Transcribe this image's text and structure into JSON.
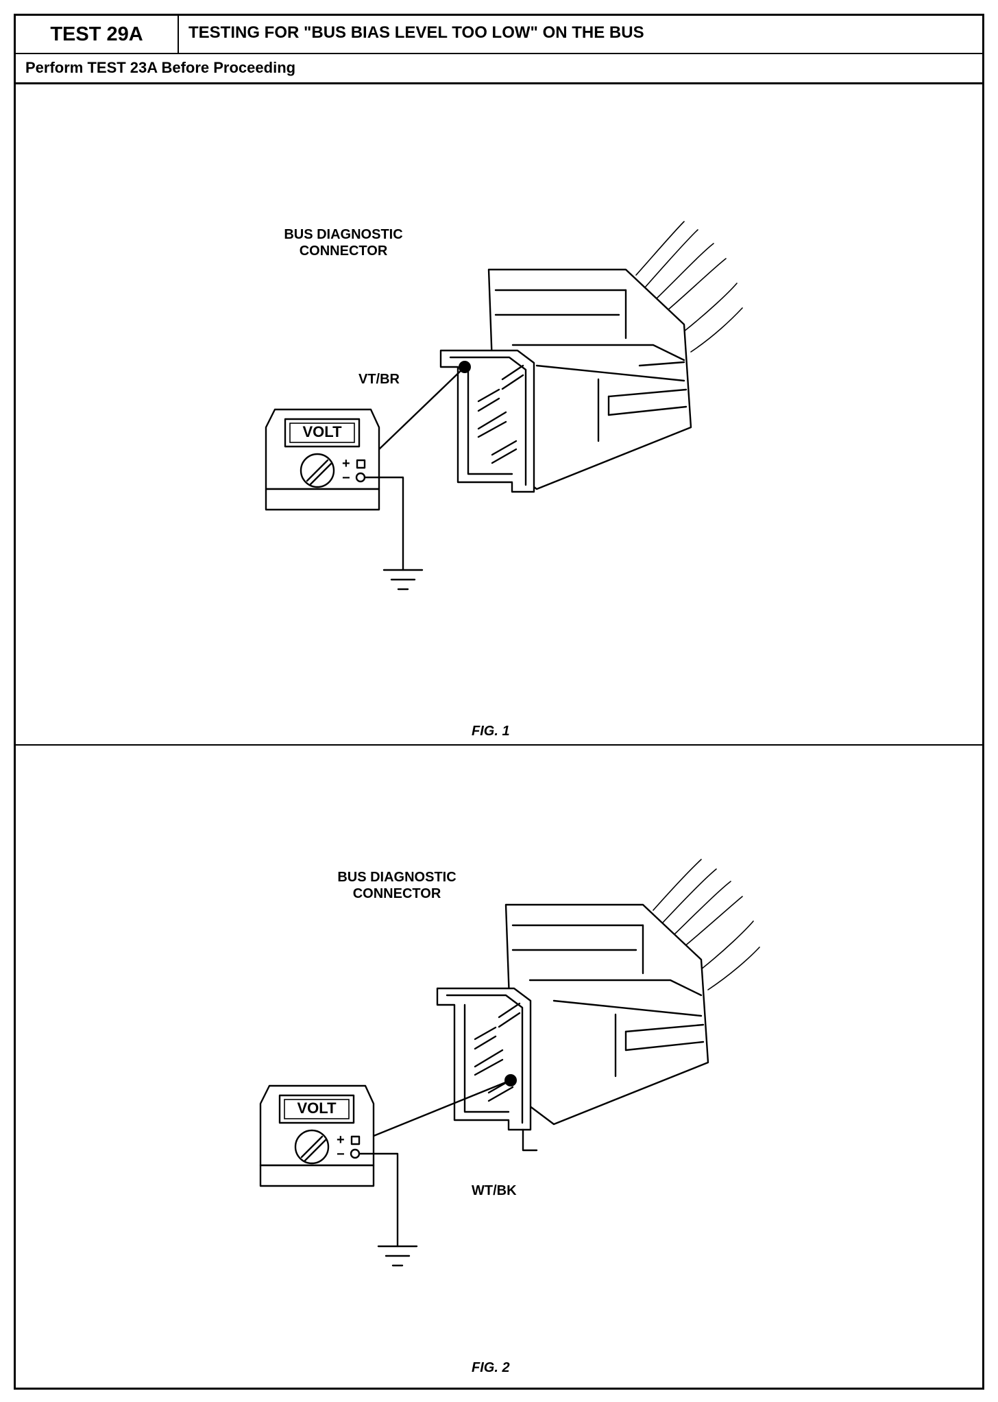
{
  "header": {
    "test_id": "TEST 29A",
    "title": "TESTING FOR \"BUS BIAS LEVEL TOO LOW\" ON THE BUS",
    "subtitle": "Perform TEST 23A Before Proceeding"
  },
  "figures": [
    {
      "connector_label": "BUS DIAGNOSTIC\nCONNECTOR",
      "wire_label": "VT/BR",
      "meter_display": "VOLT",
      "plus_sign": "+",
      "minus_sign": "−",
      "caption": "FIG. 1"
    },
    {
      "connector_label": "BUS DIAGNOSTIC\nCONNECTOR",
      "wire_label": "WT/BK",
      "meter_display": "VOLT",
      "plus_sign": "+",
      "minus_sign": "−",
      "caption": "FIG. 2"
    }
  ]
}
